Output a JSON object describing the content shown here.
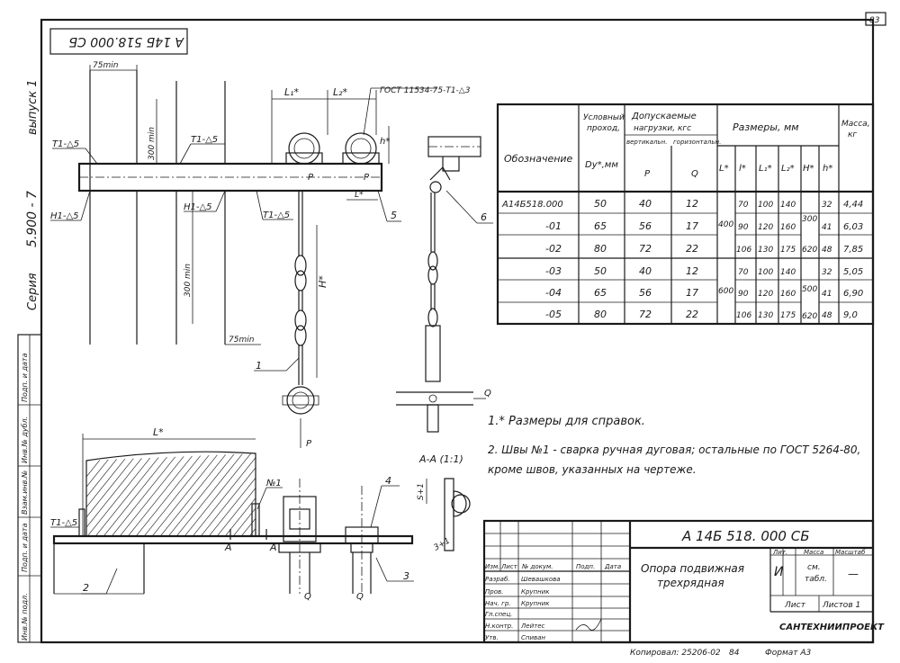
{
  "sheet": {
    "page_number": "83",
    "series_label": "Серия",
    "series_code": "5.900 - 7",
    "issue": "выпуск 1",
    "stamp_top": "А 14Б 518.000 СБ",
    "copied": "Копировал: 25206-02",
    "copied_num": "84",
    "format": "Формат А3",
    "side_columns": [
      "Инв.№ подл.",
      "Подп. и дата",
      "Взам.инв.№",
      "Инв.№ дубл.",
      "Подп. и дата"
    ]
  },
  "drawing": {
    "dim_75_top": "75min",
    "dim_75_bottom": "75min",
    "dim_300_a": "300 min",
    "dim_300_b": "300 min",
    "weld_t1_left": "Т1-△5",
    "weld_t1_right": "Т1-△5",
    "weld_h1_left": "Н1-△5",
    "weld_h1_mid": "Н1-△5",
    "weld_t1_low": "Т1-△5",
    "weld_t1_bottom": "Т1-△5",
    "gost_note": "ГОСТ 11534-75-Т1-△3",
    "l1": "L₁*",
    "l2": "L₂*",
    "h": "h*",
    "l": "L*",
    "H": "H*",
    "L_bottom": "L*",
    "P1": "P",
    "P2": "P",
    "P3": "P",
    "Q_side": "Q",
    "Q1": "Q",
    "Q2": "Q",
    "A1": "A",
    "A2": "A",
    "no1": "№1",
    "section_label": "А-А (1:1)",
    "section_dim1": "S+1",
    "section_dim2": "3+1",
    "callouts": [
      "1",
      "2",
      "3",
      "4",
      "5",
      "6"
    ]
  },
  "spec_table": {
    "headers": {
      "designation": "Обозначение",
      "dn_1": "Условный",
      "dn_2": "проход,",
      "dn_3": "Dу*,мм",
      "loads_1": "Допускаемые",
      "loads_2": "нагрузки, кгс",
      "vertical": "вертикальн.",
      "horizontal": "горизонтальн.",
      "P": "P",
      "Q": "Q",
      "dims": "Размеры, мм",
      "mass_1": "Масса,",
      "mass_2": "кг",
      "L": "L*",
      "l": "l*",
      "L1": "L₁*",
      "L2": "L₂*",
      "H": "H*",
      "h": "h*"
    },
    "rows": [
      {
        "code": "А14Б518.000",
        "dn": "50",
        "p": "40",
        "q": "12",
        "l": "70",
        "l1": "100",
        "l2": "140",
        "h": "32",
        "mass": "4,44"
      },
      {
        "code": "-01",
        "dn": "65",
        "p": "56",
        "q": "17",
        "l": "90",
        "l1": "120",
        "l2": "160",
        "h": "41",
        "mass": "6,03"
      },
      {
        "code": "-02",
        "dn": "80",
        "p": "72",
        "q": "22",
        "l": "106",
        "l1": "130",
        "l2": "175",
        "h": "48",
        "mass": "7,85"
      },
      {
        "code": "-03",
        "dn": "50",
        "p": "40",
        "q": "12",
        "l": "70",
        "l1": "100",
        "l2": "140",
        "h": "32",
        "mass": "5,05"
      },
      {
        "code": "-04",
        "dn": "65",
        "p": "56",
        "q": "17",
        "l": "90",
        "l1": "120",
        "l2": "160",
        "h": "41",
        "mass": "6,90"
      },
      {
        "code": "-05",
        "dn": "80",
        "p": "72",
        "q": "22",
        "l": "106",
        "l1": "130",
        "l2": "175",
        "h": "48",
        "mass": "9,0"
      }
    ],
    "merged": {
      "L_top": "400",
      "L_bottom": "600",
      "H_top": "300",
      "H_top2": "620",
      "H_bottom": "500",
      "H_bottom2": "620"
    }
  },
  "notes": {
    "note1": "1.* Размеры для справок.",
    "note2a": "2. Швы №1 - сварка ручная дуговая; остальные по ГОСТ 5264-80,",
    "note2b": "кроме швов, указанных на чертеже."
  },
  "title_block": {
    "code": "А 14Б 518. 000 СБ",
    "name_1": "Опора подвижная",
    "name_2": "трехрядная",
    "lit_header": "Лит.",
    "lit_value": "И",
    "mass_header": "Масса",
    "mass_value_1": "см.",
    "mass_value_2": "табл.",
    "scale_header": "Масштаб",
    "scale_value": "—",
    "sheet_label": "Лист",
    "sheets_label": "Листов 1",
    "org": "САНТЕХНИИПРОЕКТ",
    "cols": [
      "Изм.",
      "Лист",
      "№ докум.",
      "Подп.",
      "Дата"
    ],
    "people": [
      {
        "role": "Разраб.",
        "name": "Шевашкова"
      },
      {
        "role": "Пров.",
        "name": "Крупник"
      },
      {
        "role": "Нач. гр.",
        "name": "Крупник"
      },
      {
        "role": "Гл.спец.",
        "name": ""
      },
      {
        "role": "Н.контр.",
        "name": "Лейтес"
      },
      {
        "role": "Утв.",
        "name": "Спиван"
      }
    ]
  }
}
